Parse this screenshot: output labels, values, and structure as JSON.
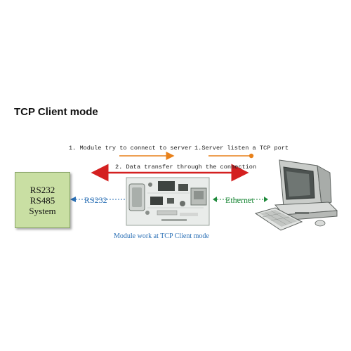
{
  "title": "TCP Client mode",
  "labels": {
    "step1": "1. Module try to connect to server",
    "step2": "2. Data transfer through the connection",
    "server_note": "1.Server listen a TCP port",
    "caption": "Module work at TCP Client mode",
    "rs232_link": "RS232",
    "ethernet_link": "Ethernet"
  },
  "system_box": {
    "lines": [
      "RS232",
      "RS485",
      "System"
    ]
  },
  "colors": {
    "orange_arrow": "#e8811a",
    "red_arrow": "#d42020",
    "link_blue": "#2a6fb5",
    "link_green": "#1f8a3b",
    "box_fill": "#c9dfa3"
  },
  "icons": {
    "module": "circuit-board-icon",
    "computer": "desktop-computer-icon"
  }
}
